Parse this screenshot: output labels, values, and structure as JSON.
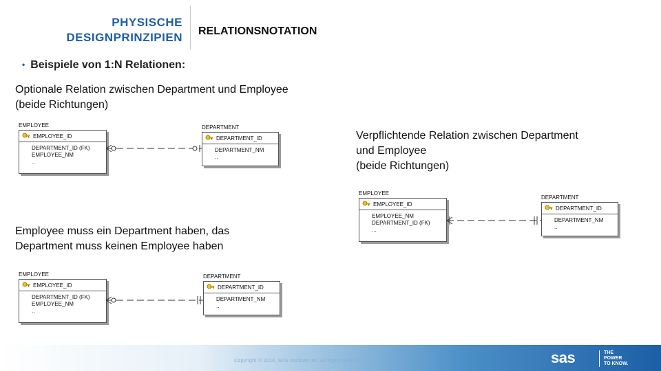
{
  "header": {
    "title_line1": "PHYSISCHE",
    "title_line2": "DESIGNPRINZIPIEN",
    "subtitle": "RELATIONSNOTATION"
  },
  "bullet": "Beispiele von 1:N Relationen:",
  "sections": {
    "optional": {
      "caption_line1": "Optionale Relation zwischen Department und Employee",
      "caption_line2": "(beide Richtungen)"
    },
    "mandatory_one": {
      "caption_line1": "Employee muss ein Department haben, das",
      "caption_line2": "Department muss keinen Employee haben"
    },
    "mandatory_both": {
      "caption_line1": "Verpflichtende Relation zwischen Department",
      "caption_line2": "und Employee",
      "caption_line3": "(beide Richtungen)"
    }
  },
  "diagrams": {
    "d1": {
      "employee": {
        "label": "EMPLOYEE",
        "pk": "EMPLOYEE_ID",
        "attrs": [
          "DEPARTMENT_ID (FK)",
          "EMPLOYEE_NM",
          ".."
        ]
      },
      "department": {
        "label": "DEPARTMENT",
        "pk": "DEPARTMENT_ID",
        "attrs": [
          "DEPARTMENT_NM",
          ".."
        ]
      }
    },
    "d2": {
      "employee": {
        "label": "EMPLOYEE",
        "pk": "EMPLOYEE_ID",
        "attrs": [
          "DEPARTMENT_ID (FK)",
          "EMPLOYEE_NM",
          ".."
        ]
      },
      "department": {
        "label": "DEPARTMENT",
        "pk": "DEPARTMENT_ID",
        "attrs": [
          "DEPARTMENT_NM",
          ".."
        ]
      }
    },
    "d3": {
      "employee": {
        "label": "EMPLOYEE",
        "pk": "EMPLOYEE_ID",
        "attrs": [
          "EMPLOYEE_NM",
          "DEPARTMENT_ID (FK)",
          "..."
        ]
      },
      "department": {
        "label": "DEPARTMENT",
        "pk": "DEPARTMENT_ID",
        "attrs": [
          "DEPARTMENT_NM",
          ".."
        ]
      }
    }
  },
  "footer": {
    "copyright": "Copyright © 2014, SAS Institute Inc. All rights reserved.",
    "logo": "sas",
    "tagline_line1": "THE",
    "tagline_line2": "POWER",
    "tagline_line3": "TO KNOW."
  },
  "colors": {
    "title": "#1f5fa7",
    "footer_dark": "#1c5fa6"
  }
}
